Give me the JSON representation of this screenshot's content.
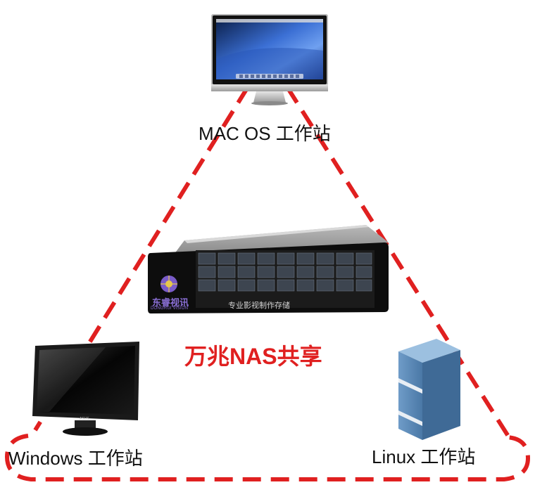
{
  "workstations": {
    "mac": {
      "label": "MAC OS 工作站",
      "icon": "imac-monitor-icon"
    },
    "windows": {
      "label": "Windows 工作站",
      "icon": "lcd-monitor-icon"
    },
    "linux": {
      "label": "Linux 工作站",
      "icon": "tower-server-icon"
    }
  },
  "storage": {
    "title": "万兆NAS共享",
    "brand_cn": "东睿视讯",
    "brand_en": "DONGRUI VISION",
    "slogan": "专业影视制作存储",
    "icon": "rack-nas-server-icon"
  },
  "colors": {
    "connection": "#e02020",
    "title": "#e02020",
    "brand": "#8a6fd6",
    "server_blue": "#4b7aa8"
  }
}
